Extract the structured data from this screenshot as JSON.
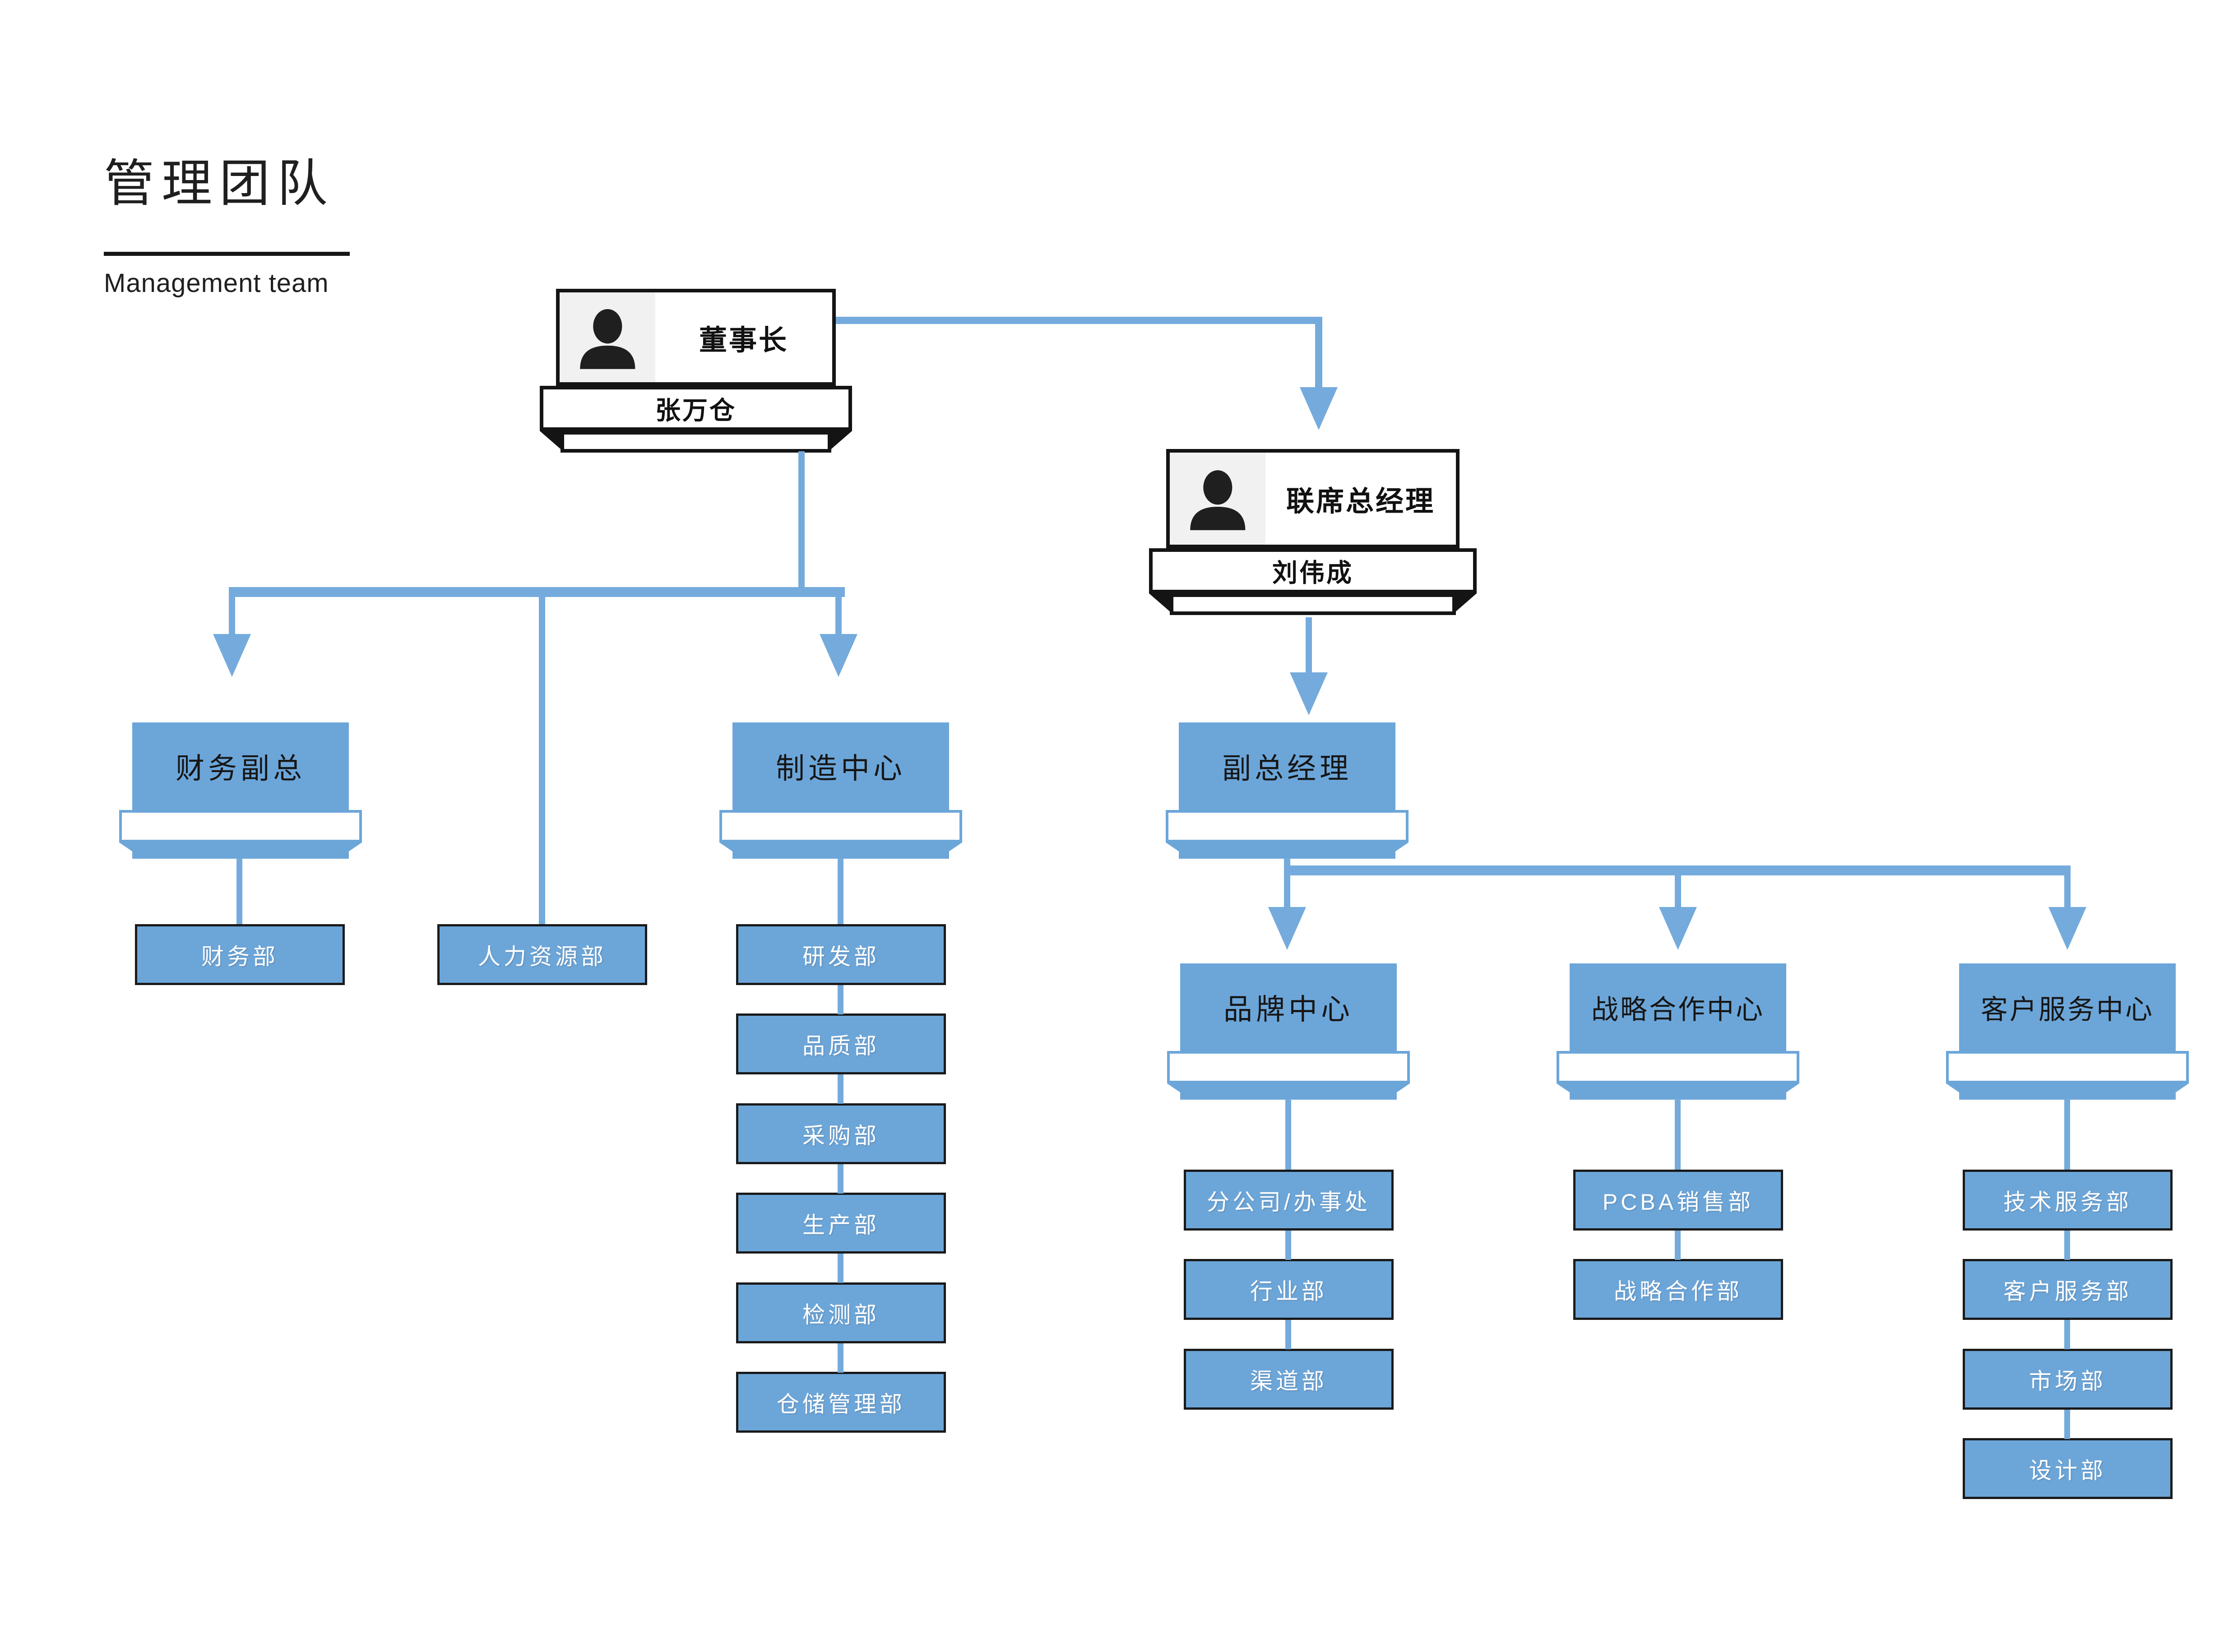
{
  "page": {
    "title": "管理团队",
    "subtitle": "Management team"
  },
  "colors": {
    "node_blue": "#6CA6D9",
    "connector_blue": "#74ABDC",
    "card_border_black": "#141414",
    "photo_background": "#F1F1F1"
  },
  "executives": {
    "chairman": {
      "title": "董事长",
      "name": "张万仓"
    },
    "co_general_manager": {
      "title": "联席总经理",
      "name": "刘伟成"
    }
  },
  "level2": {
    "finance_vp": {
      "label": "财务副总"
    },
    "manufacturing_center": {
      "label": "制造中心"
    },
    "deputy_general_manager": {
      "label": "副总经理"
    }
  },
  "centers": {
    "brand_center": {
      "label": "品牌中心"
    },
    "strategic_cooperation_center": {
      "label": "战略合作中心"
    },
    "customer_service_center": {
      "label": "客户服务中心"
    }
  },
  "departments": {
    "finance": [
      "财务部"
    ],
    "human_resources": [
      "人力资源部"
    ],
    "manufacturing": [
      "研发部",
      "品质部",
      "采购部",
      "生产部",
      "检测部",
      "仓储管理部"
    ],
    "brand": [
      "分公司/办事处",
      "行业部",
      "渠道部"
    ],
    "strategic_cooperation": [
      "PCBA销售部",
      "战略合作部"
    ],
    "customer_service": [
      "技术服务部",
      "客户服务部",
      "市场部",
      "设计部"
    ]
  }
}
